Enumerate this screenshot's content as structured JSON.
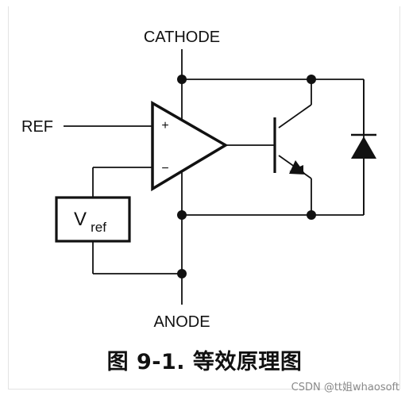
{
  "diagram": {
    "labels": {
      "cathode": "CATHODE",
      "anode": "ANODE",
      "ref": "REF",
      "plus": "+",
      "minus": "−",
      "vref_main": "V",
      "vref_sub": "ref"
    },
    "caption": "图 9-1. 等效原理图"
  },
  "watermark": "CSDN @tt姐whaosoft"
}
